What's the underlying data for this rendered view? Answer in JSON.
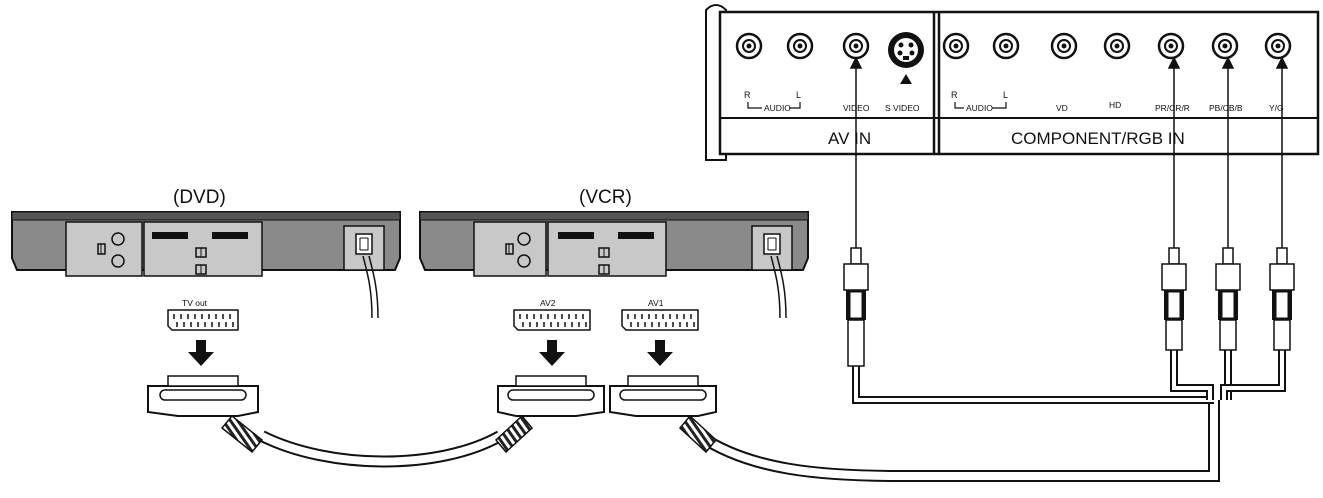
{
  "devices": {
    "dvd": {
      "name": "(DVD)",
      "port_label": "TV out"
    },
    "vcr": {
      "name": "(VCR)",
      "av2_label": "AV2",
      "av1_label": "AV1"
    }
  },
  "tv_panel": {
    "av_in": {
      "section_label": "AV IN",
      "jack_r": "R",
      "jack_l": "L",
      "audio_label": "AUDIO",
      "video_label": "VIDEO",
      "svideo_label": "S VIDEO"
    },
    "component": {
      "section_label": "COMPONENT/RGB IN",
      "jack_r": "R",
      "jack_l": "L",
      "audio_label": "AUDIO",
      "vd_label": "VD",
      "hd_label": "HD",
      "pr_label": "PR/CR/R",
      "pb_label": "PB/CB/B",
      "y_label": "Y/G"
    }
  },
  "colors": {
    "ink": "#111111",
    "panel": "#8a8a8a",
    "panel_inner": "#c8c8c8",
    "panel_dark": "#6e6e6e"
  }
}
